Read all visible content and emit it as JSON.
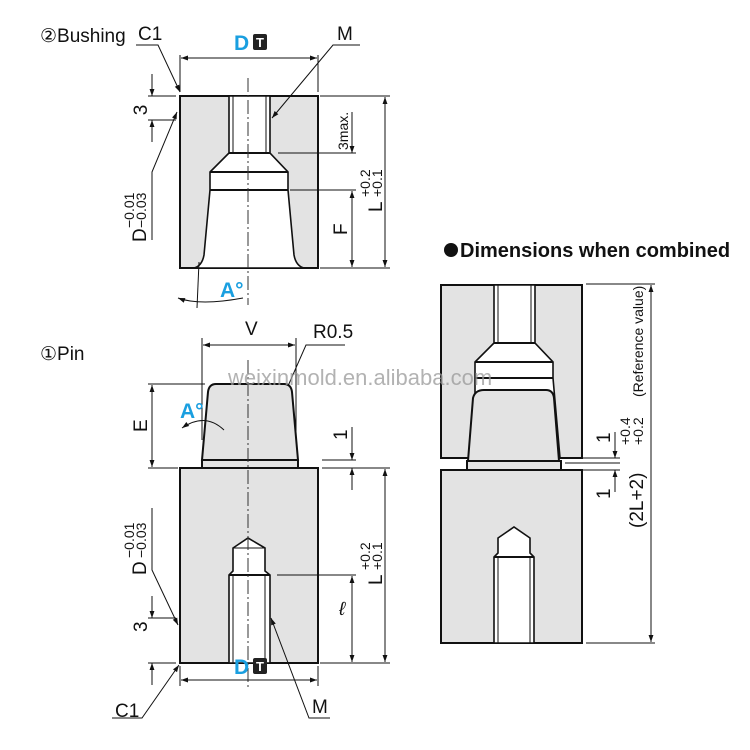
{
  "bushing": {
    "title": "②Bushing",
    "chamfer": "C1",
    "diameter": "D",
    "diameter_badge": "T",
    "thread": "M",
    "dim_3": "3",
    "tolerance_upper": "−0.01",
    "tolerance_lower": "−0.03",
    "tol_label": "D",
    "max_label": "3max.",
    "length_label": "L",
    "length_tol_upper": "+0.2",
    "length_tol_lower": "+0.1",
    "f_label": "F",
    "angle": "A°"
  },
  "pin": {
    "title": "①Pin",
    "v_label": "V",
    "radius": "R0.5",
    "e_label": "E",
    "angle": "A°",
    "dim_1": "1",
    "length_label": "L",
    "length_tol_upper": "+0.2",
    "length_tol_lower": "+0.1",
    "ell_label": "ℓ",
    "tol_label": "D",
    "tolerance_upper": "−0.01",
    "tolerance_lower": "−0.03",
    "dim_3": "3",
    "diameter": "D",
    "diameter_badge": "T",
    "chamfer": "C1",
    "thread": "M"
  },
  "combined": {
    "title": "Dimensions when combined",
    "dim_1a": "1",
    "dim_1b": "1",
    "total": "(2L+2)",
    "tol_upper": "+0.4",
    "tol_lower": "+0.2",
    "note": "(Reference value)"
  },
  "watermark": "weixinmold.en.alibaba.com",
  "colors": {
    "accent": "#1a9fe0",
    "part_fill": "#e3e3e3"
  }
}
